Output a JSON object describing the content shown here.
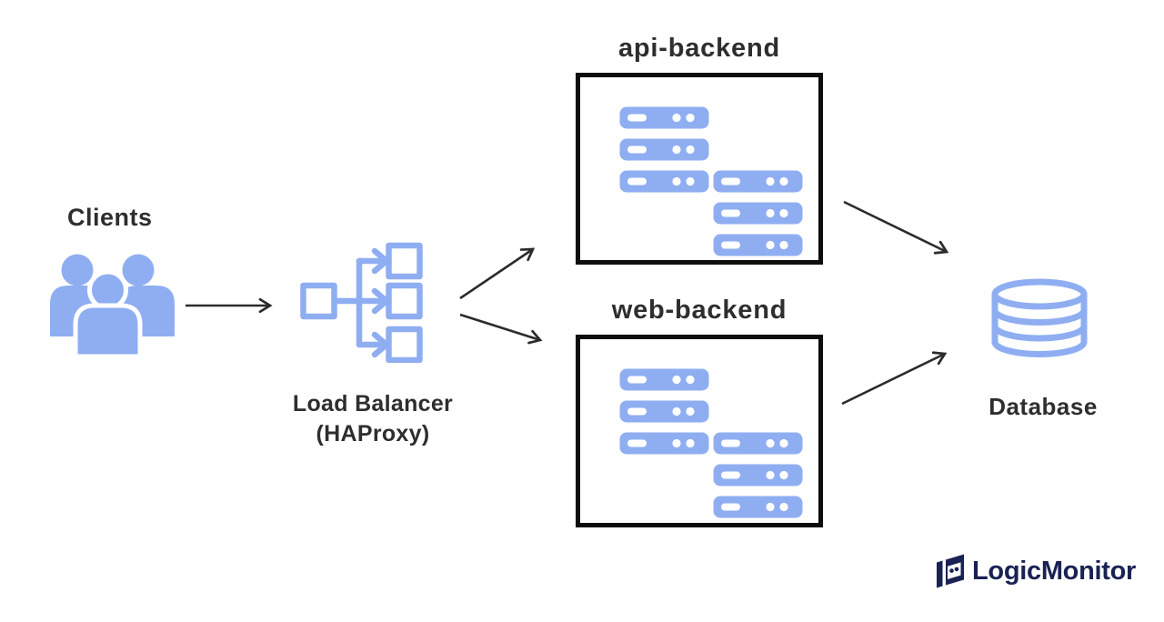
{
  "colors": {
    "background": "#ffffff",
    "accent_blue": "#8FAEF2",
    "arrow_color": "#2b2b2b",
    "border_color": "#0d0d0d",
    "text_color": "#2e2e2e",
    "logo_color": "#1A2253"
  },
  "nodes": {
    "clients": {
      "label": "Clients",
      "icon": "users-icon"
    },
    "load_balancer": {
      "label": "Load Balancer",
      "sublabel": "(HAProxy)",
      "icon": "load-balancer-icon"
    },
    "api_backend": {
      "label": "api-backend",
      "icon": "server-stack-icon"
    },
    "web_backend": {
      "label": "web-backend",
      "icon": "server-stack-icon"
    },
    "database": {
      "label": "Database",
      "icon": "database-cylinder-icon"
    }
  },
  "connections": [
    {
      "from": "clients",
      "to": "load_balancer"
    },
    {
      "from": "load_balancer",
      "to": "api_backend"
    },
    {
      "from": "load_balancer",
      "to": "web_backend"
    },
    {
      "from": "api_backend",
      "to": "database"
    },
    {
      "from": "web_backend",
      "to": "database"
    }
  ],
  "logo": {
    "text": "LogicMonitor",
    "icon": "logicmonitor-mark-icon"
  }
}
